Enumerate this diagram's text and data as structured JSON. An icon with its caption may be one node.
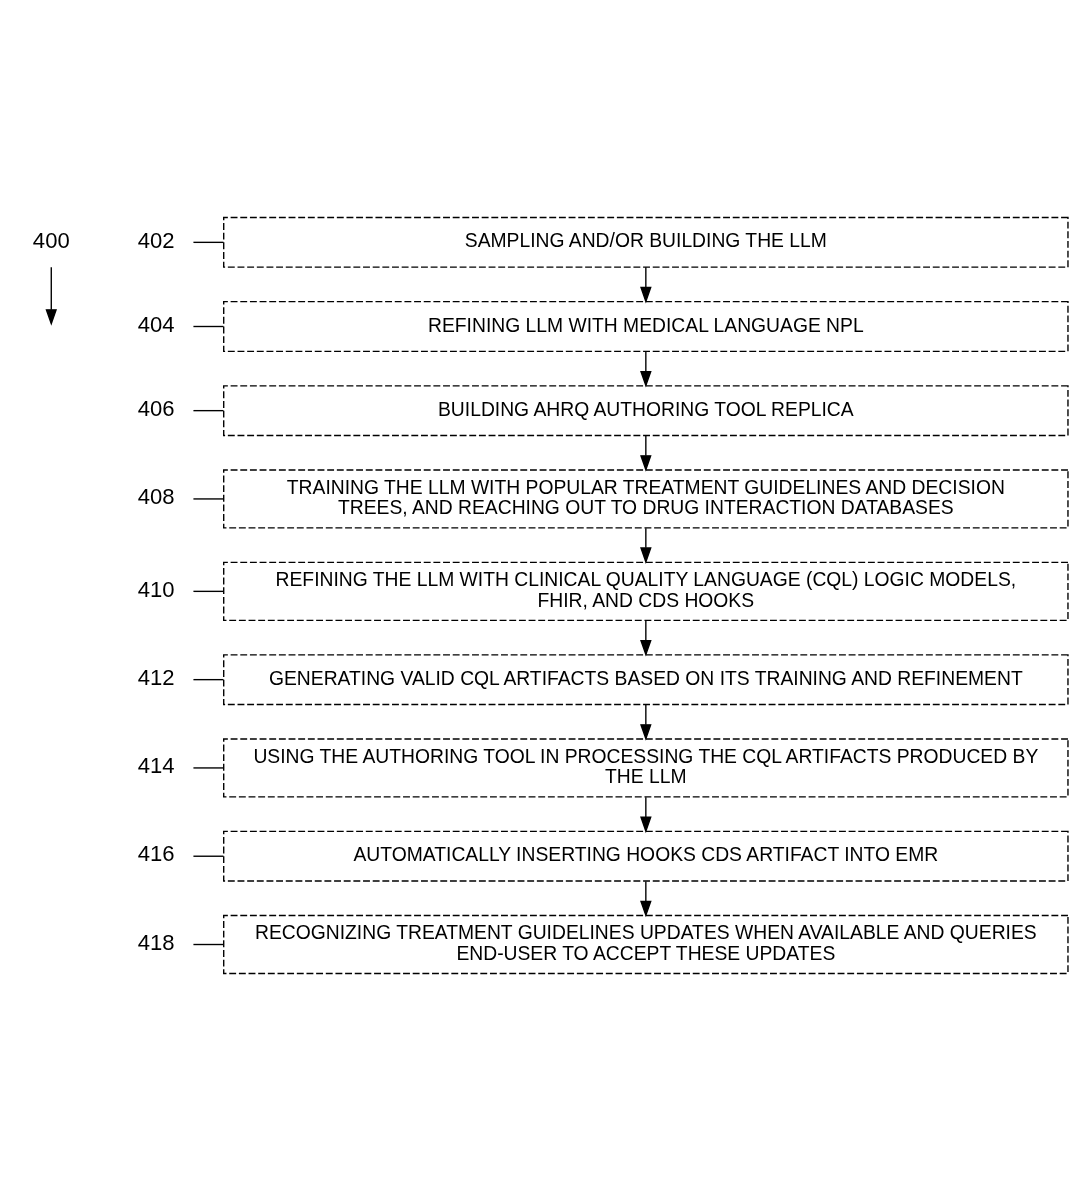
{
  "diagram": {
    "nodes": [
      {
        "text": [
          "400"
        ]
      },
      {
        "text": [
          "402"
        ]
      },
      {
        "text": [
          "SAMPLING AND/OR BUILDING THE LLM"
        ]
      },
      {
        "text": [
          "404"
        ]
      },
      {
        "text": [
          "REFINING LLM WITH MEDICAL LANGUAGE NPL"
        ]
      },
      {
        "text": [
          "406"
        ]
      },
      {
        "text": [
          "BUILDING AHRQ AUTHORING TOOL REPLICA"
        ]
      },
      {
        "text": [
          "408"
        ]
      },
      {
        "text": [
          "TRAINING THE LLM WITH POPULAR TREATMENT GUIDELINES AND DECISION TREES, AND REACHING OUT TO DRUG INTERACTION DATABASES"
        ]
      },
      {
        "text": [
          "410"
        ]
      },
      {
        "text": [
          "REFINING THE LLM WITH CLINICAL QUALITY LANGUAGE (CQL) LOGIC MODELS, FHIR, AND CDS HOOKS"
        ]
      },
      {
        "text": [
          "412"
        ]
      },
      {
        "text": [
          "GENERATING VALID CQL ARTIFACTS BASED ON ITS TRAINING AND REFINEMENT"
        ]
      },
      {
        "text": [
          "414"
        ]
      },
      {
        "text": [
          "USING THE AUTHORING TOOL IN PROCESSING THE CQL ARTIFACTS PRODUCED BY THE LLM"
        ]
      },
      {
        "text": [
          "416"
        ]
      },
      {
        "text": [
          "AUTOMATICALLY INSERTING HOOKS CDS ARTIFACT INTO EMR"
        ]
      },
      {
        "text": [
          "418"
        ]
      },
      {
        "text": [
          "RECOGNIZING TREATMENT GUIDELINES UPDATES WHEN AVAILABLE AND QUERIES END-USER TO ACCEPT THESE UPDATES"
        ]
      }
    ],
    "edges": [
      {
        "from": 0,
        "to": null,
        "arrow": "to"
      },
      {
        "from": 1,
        "to": 2,
        "arrow": "none"
      },
      {
        "from": 3,
        "to": 4,
        "arrow": "none"
      },
      {
        "from": 5,
        "to": 6,
        "arrow": "none"
      },
      {
        "from": 7,
        "to": 8,
        "arrow": "none"
      },
      {
        "from": 9,
        "to": 10,
        "arrow": "none"
      },
      {
        "from": 11,
        "to": 12,
        "arrow": "none"
      },
      {
        "from": 13,
        "to": 14,
        "arrow": "none"
      },
      {
        "from": 15,
        "to": 16,
        "arrow": "none"
      },
      {
        "from": 17,
        "to": 18,
        "arrow": "none"
      },
      {
        "from": 2,
        "to": 4,
        "arrow": "to"
      },
      {
        "from": 4,
        "to": 6,
        "arrow": "to"
      },
      {
        "from": 6,
        "to": 8,
        "arrow": "to"
      },
      {
        "from": 8,
        "to": 10,
        "arrow": "to"
      },
      {
        "from": 10,
        "to": 12,
        "arrow": "to"
      },
      {
        "from": 12,
        "to": 14,
        "arrow": "to"
      },
      {
        "from": 14,
        "to": 16,
        "arrow": "to"
      },
      {
        "from": 16,
        "to": 18,
        "arrow": "to"
      }
    ]
  }
}
